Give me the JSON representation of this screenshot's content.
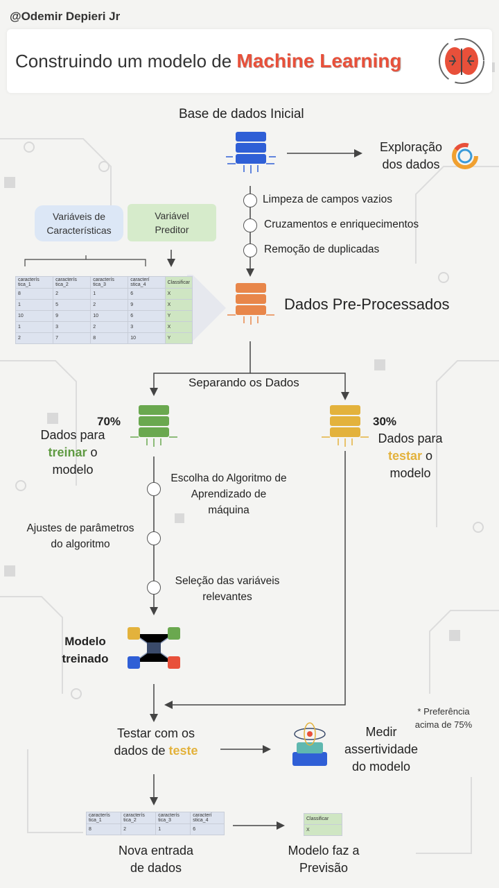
{
  "header": {
    "author": "@Odemir Depieri Jr",
    "title_prefix": "Construindo um modelo de ",
    "title_highlight": "Machine Learning"
  },
  "flow": {
    "base_dados": "Base de dados Inicial",
    "exploracao_1": "Exploração",
    "exploracao_2": "dos dados",
    "steps": [
      "Limpeza de campos vazios",
      "Cruzamentos e enriquecimentos",
      "Remoção de duplicadas"
    ],
    "dados_pre": "Dados Pre-Processados",
    "separando": "Separando os Dados",
    "treino_pct": "70%",
    "treino_l1": "Dados para",
    "treino_w": "treinar",
    "treino_l2": " o",
    "treino_l3": "modelo",
    "teste_pct": "30%",
    "teste_l1": "Dados para",
    "teste_w": "testar",
    "teste_l2": " o",
    "teste_l3": "modelo",
    "algo_1": "Escolha do Algoritmo de",
    "algo_2": "Aprendizado de",
    "algo_3": "máquina",
    "ajustes_1": "Ajustes de parâmetros",
    "ajustes_2": "do algoritmo",
    "selecao_1": "Seleção das variáveis",
    "selecao_2": "relevantes",
    "modelo_1": "Modelo",
    "modelo_2": "treinado",
    "testar_1": "Testar com os",
    "testar_2": "dados de ",
    "testar_w": "teste",
    "medir_1": "Medir",
    "medir_2": "assertividade",
    "medir_3": "do modelo",
    "pref_1": "* Preferência",
    "pref_2": "acima de 75%",
    "nova_1": "Nova entrada",
    "nova_2": "de dados",
    "prev_1": "Modelo faz a",
    "prev_2": "Previsão"
  },
  "features": {
    "var_caract_1": "Variáveis de",
    "var_caract_2": "Características",
    "var_pred_1": "Variável",
    "var_pred_2": "Preditor",
    "headers": [
      "caracterís tica_1",
      "caracterís tica_2",
      "caracterís tica_3",
      "caracterí stica_4",
      "Classificar"
    ],
    "rows": [
      [
        "8",
        "2",
        "1",
        "6",
        "X"
      ],
      [
        "1",
        "5",
        "2",
        "9",
        "X"
      ],
      [
        "10",
        "9",
        "10",
        "6",
        "Y"
      ],
      [
        "1",
        "3",
        "2",
        "3",
        "X"
      ],
      [
        "2",
        "7",
        "8",
        "10",
        "Y"
      ]
    ]
  },
  "new_input": {
    "headers": [
      "caracterís tica_1",
      "caracterís tica_2",
      "caracterís tica_3",
      "caracterí stica_4"
    ],
    "values": [
      "8",
      "2",
      "1",
      "6"
    ],
    "pred_header": "Classificar",
    "pred_value": "X"
  },
  "colors": {
    "accent_red": "#e8503a",
    "green": "#5f9a42",
    "yellow": "#e3b23c",
    "blue_db": "#2f5fd6",
    "orange_db": "#e8864a"
  }
}
